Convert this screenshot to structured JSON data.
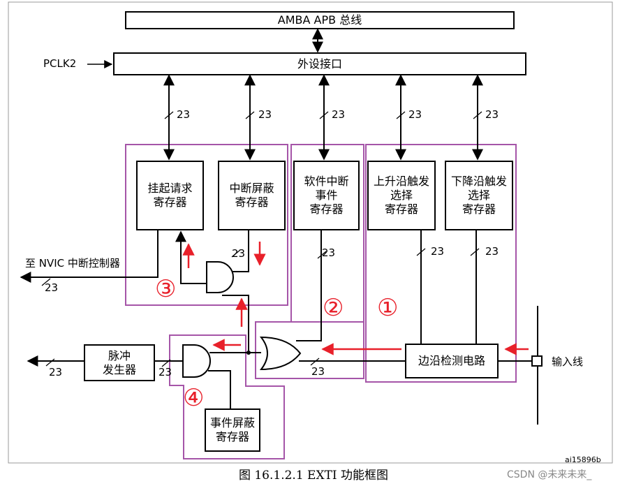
{
  "bus_label": "AMBA APB 总线",
  "pclk_label": "PCLK2",
  "interface_label": "外设接口",
  "registers": {
    "pending": "挂起请求\n寄存器",
    "int_mask": "中断屏蔽\n寄存器",
    "sw_int": "软件中断\n事件\n寄存器",
    "rising": "上升沿触发\n选择\n寄存器",
    "falling": "下降沿触发\n选择\n寄存器",
    "edge_detect": "边沿检测电路",
    "pulse_gen": "脉冲\n发生器",
    "event_mask": "事件屏蔽\n寄存器"
  },
  "bus_width": "23",
  "nvic_label": "至 NVIC 中断控制器",
  "input_label": "输入线",
  "markers": [
    "③",
    "②",
    "①",
    "④"
  ],
  "figure_id": "ai15896b",
  "caption": "图 16.1.2.1 EXTI 功能框图",
  "watermark": "CSDN @未来未来_",
  "colors": {
    "line": "#000000",
    "highlight": "#a555a8",
    "arrow": "#e8202a"
  }
}
